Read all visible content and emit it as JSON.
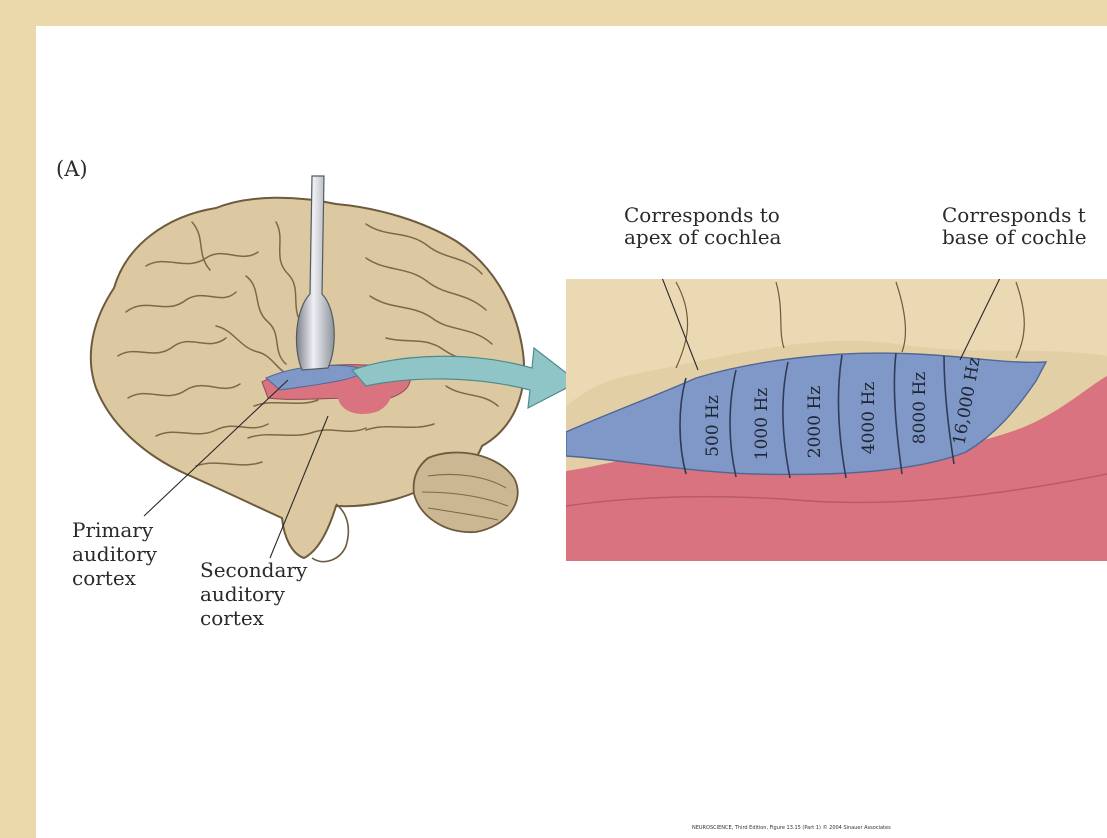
{
  "panel_label": "(A)",
  "callouts": {
    "apex_line1": "Corresponds to",
    "apex_line2": "apex of cochlea",
    "base_line1": "Corresponds t",
    "base_line2": "base of cochle",
    "primary_line1": "Primary",
    "primary_line2": "auditory",
    "primary_line3": "cortex",
    "secondary_line1": "Secondary",
    "secondary_line2": "auditory",
    "secondary_line3": "cortex"
  },
  "frequency_bands": [
    "500 Hz",
    "1000 Hz",
    "2000 Hz",
    "4000 Hz",
    "8000 Hz",
    "16,000 Hz"
  ],
  "credit": "NEUROSCIENCE, Third Edition, Figure 13.15 (Part 1) © 2004 Sinauer Associates",
  "colors": {
    "frame": "#ecd9ab",
    "brain": "#dcc9a2",
    "primary_cortex": "#7f98c7",
    "secondary_cortex": "#d9737f",
    "arrow": "#8fc5c6"
  }
}
